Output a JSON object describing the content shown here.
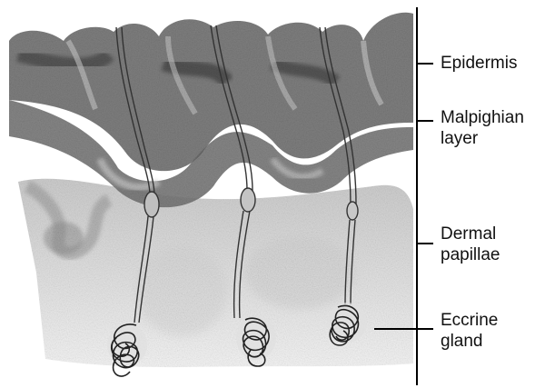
{
  "figure": {
    "labels": [
      {
        "id": "epidermis",
        "lines": [
          "Epidermis"
        ]
      },
      {
        "id": "malpighian",
        "lines": [
          "Malpighian",
          "layer"
        ]
      },
      {
        "id": "dermal",
        "lines": [
          "Dermal",
          "papillae"
        ]
      },
      {
        "id": "eccrine",
        "lines": [
          "Eccrine",
          "gland"
        ]
      }
    ]
  }
}
